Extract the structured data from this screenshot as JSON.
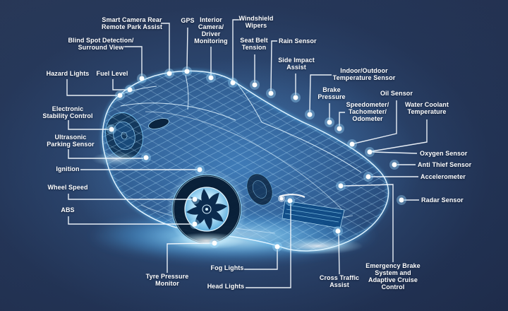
{
  "figure": {
    "palette": {
      "background": "#22304f",
      "car_glow": "#66c2f5",
      "wireframe": "#cfeeff",
      "text": "#ffffff",
      "connector": "#f2f8fd"
    },
    "callouts": [
      {
        "id": "smart-camera-rear-remote-park-assist",
        "label": "Smart Camera Rear\nRemote Park Assist"
      },
      {
        "id": "gps",
        "label": "GPS"
      },
      {
        "id": "interior-camera-driver-monitoring",
        "label": "Interior\nCamera/\nDriver\nMonitoring"
      },
      {
        "id": "windshield-wipers",
        "label": "Windshield\nWipers"
      },
      {
        "id": "blind-spot-detection-surround-view",
        "label": "Blind Spot Detection/\nSurround View"
      },
      {
        "id": "seat-belt-tension",
        "label": "Seat Belt\nTension"
      },
      {
        "id": "rain-sensor",
        "label": "Rain Sensor"
      },
      {
        "id": "hazard-lights",
        "label": "Hazard Lights"
      },
      {
        "id": "fuel-level",
        "label": "Fuel Level"
      },
      {
        "id": "side-impact-assist",
        "label": "Side Impact\nAssist"
      },
      {
        "id": "indoor-outdoor-temperature-sensor",
        "label": "Indoor/Outdoor\nTemperature Sensor"
      },
      {
        "id": "electronic-stability-control",
        "label": "Electronic\nStability Control"
      },
      {
        "id": "brake-pressure",
        "label": "Brake\nPressure"
      },
      {
        "id": "oil-sensor",
        "label": "Oil Sensor"
      },
      {
        "id": "speedometer-tachometer-odometer",
        "label": "Speedometer/\nTachometer/\nOdometer"
      },
      {
        "id": "water-coolant-temperature",
        "label": "Water Coolant\nTemperature"
      },
      {
        "id": "ultrasonic-parking-sensor",
        "label": "Ultrasonic\nParking Sensor"
      },
      {
        "id": "oxygen-sensor",
        "label": "Oxygen Sensor"
      },
      {
        "id": "ignition",
        "label": "Ignition"
      },
      {
        "id": "anti-thief-sensor",
        "label": "Anti Thief Sensor"
      },
      {
        "id": "accelerometer",
        "label": "Accelerometer"
      },
      {
        "id": "wheel-speed",
        "label": "Wheel Speed"
      },
      {
        "id": "radar-sensor",
        "label": "Radar Sensor"
      },
      {
        "id": "abs",
        "label": "ABS"
      },
      {
        "id": "fog-lights",
        "label": "Fog Lights"
      },
      {
        "id": "head-lights",
        "label": "Head Lights"
      },
      {
        "id": "tyre-pressure-monitor",
        "label": "Tyre Pressure\nMonitor"
      },
      {
        "id": "cross-traffic-assist",
        "label": "Cross Traffic\nAssist"
      },
      {
        "id": "emergency-brake-adaptive-cruise",
        "label": "Emergency Brake\nSystem and\nAdaptive Cruise\nControl"
      }
    ]
  }
}
